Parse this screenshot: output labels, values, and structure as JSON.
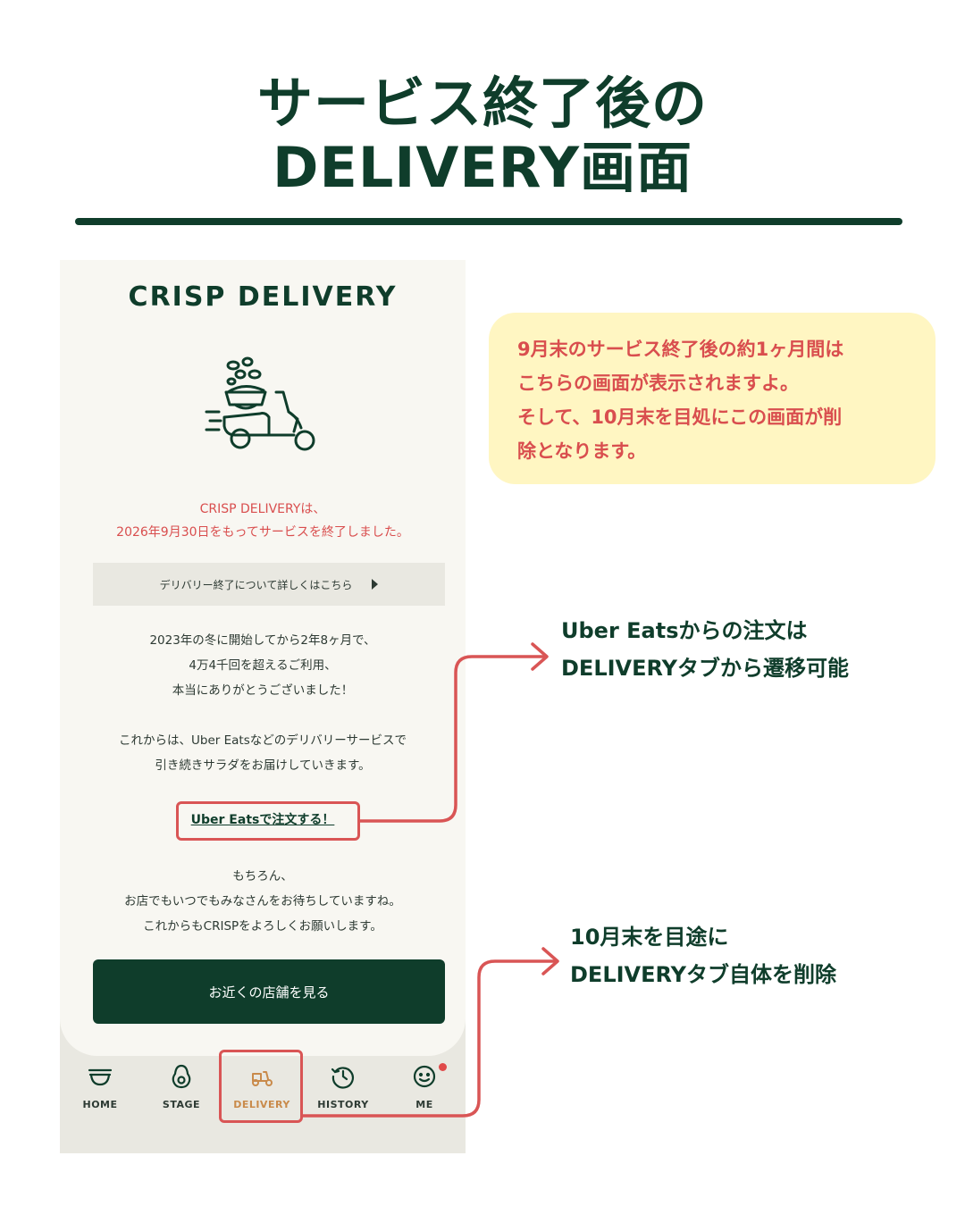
{
  "slide": {
    "title_line1": "サービス終了後の",
    "title_line2": "DELIVERY画面"
  },
  "app": {
    "logo": "CRISP DELIVERY",
    "notice_line1": "CRISP DELIVERYは、",
    "notice_line2": "2026年9月30日をもってサービスを終了しました。",
    "detail_link": "デリバリー終了について詳しくはこちら",
    "thanks_line1": "2023年の冬に開始してから2年8ヶ月で、",
    "thanks_line2": "4万4千回を超えるご利用、",
    "thanks_line3": "本当にありがとうございました！",
    "future_line1": "これからは、Uber Eatsなどのデリバリーサービスで",
    "future_line2": "引き続きサラダをお届けしていきます。",
    "uber_link": "Uber Eatsで注文する！",
    "closing_line1": "もちろん、",
    "closing_line2": "お店でもいつでもみなさんをお待ちしていますね。",
    "closing_line3": "これからもCRISPをよろしくお願いします。",
    "store_button": "お近くの店舗を見る"
  },
  "tabs": [
    {
      "label": "HOME",
      "icon": "bowl-icon",
      "active": false
    },
    {
      "label": "STAGE",
      "icon": "avocado-icon",
      "active": false
    },
    {
      "label": "DELIVERY",
      "icon": "scooter-icon",
      "active": true
    },
    {
      "label": "HISTORY",
      "icon": "clock-history-icon",
      "active": false
    },
    {
      "label": "ME",
      "icon": "smiley-icon",
      "active": false,
      "badge": true
    }
  ],
  "callout": {
    "line1": "9月末のサービス終了後の約1ヶ月間は",
    "line2": "こちらの画面が表示されますよ。",
    "line3": "そして、10月末を目処にこの画面が削",
    "line4": "除となります。"
  },
  "note_uber": {
    "line1": "Uber Eatsからの注文は",
    "line2": "DELIVERYタブから遷移可能"
  },
  "note_tab": {
    "line1": "10月末を目途に",
    "line2": "DELIVERYタブ自体を削除"
  },
  "colors": {
    "brand_green": "#0f3d2b",
    "accent_red": "#d94e4e",
    "callout_bg": "#fff6c2",
    "active_tab": "#c98a4a"
  }
}
